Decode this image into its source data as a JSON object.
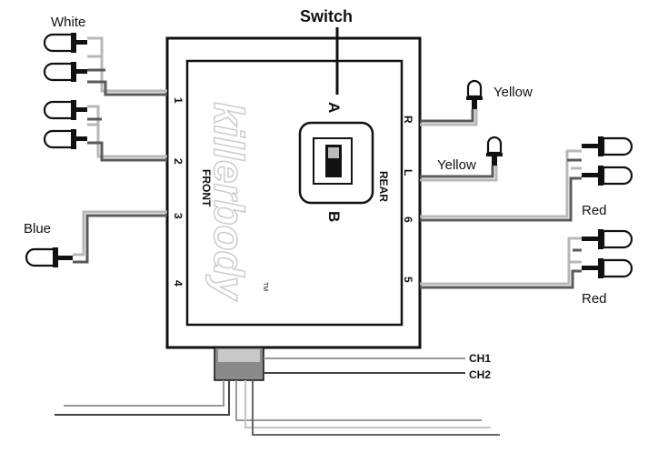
{
  "labels": {
    "switch_title": "Switch",
    "switch_pos_a": "A",
    "switch_pos_b": "B",
    "front": "FRONT",
    "rear": "REAR",
    "watermark": "killerbody",
    "trademark": "TM"
  },
  "left_ports": [
    "1",
    "2",
    "3",
    "4"
  ],
  "right_ports": [
    "R",
    "L",
    "6",
    "5"
  ],
  "led_groups": {
    "white": "White",
    "blue": "Blue",
    "yellow_r": "Yellow",
    "yellow_l": "Yellow",
    "red_top": "Red",
    "red_bottom": "Red"
  },
  "channels": {
    "ch1": "CH1",
    "ch2": "CH2"
  },
  "colors": {
    "wire_dark": "#5a5a5a",
    "wire_light": "#b8b8b8",
    "outline": "#111111"
  }
}
